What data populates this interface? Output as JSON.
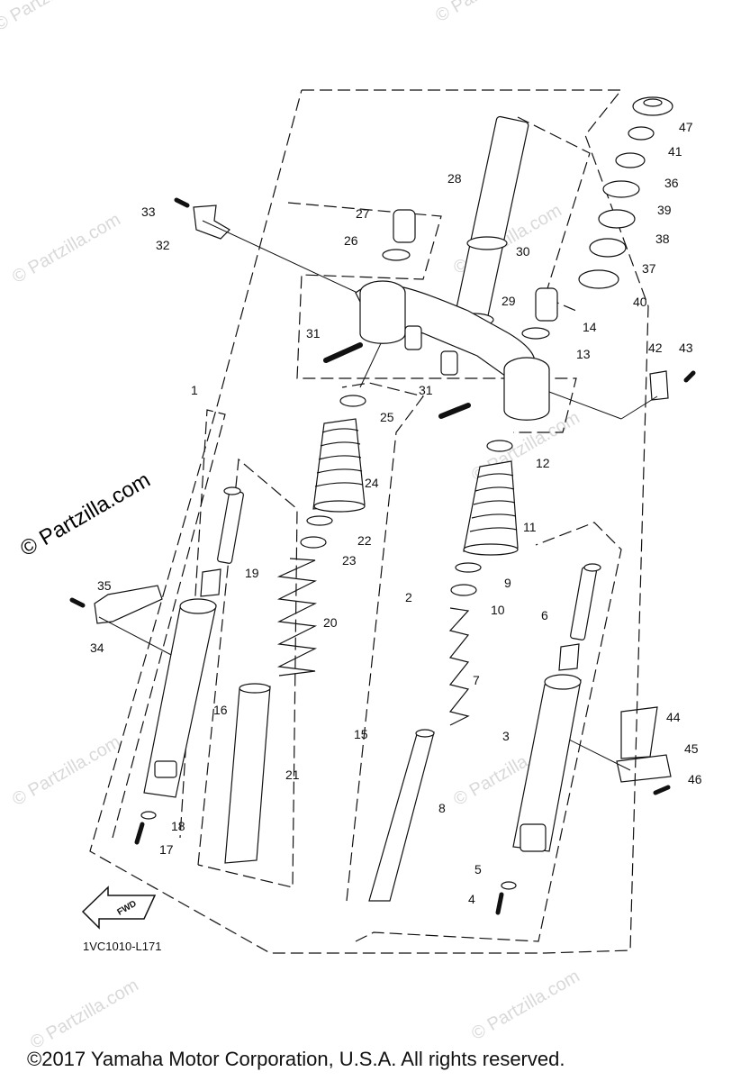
{
  "watermarks": {
    "faint": "© Partzilla.com",
    "main": "© Partzilla.com"
  },
  "diagram": {
    "code": "1VC1010-L171",
    "fwd_label": "FWD",
    "callouts": [
      {
        "n": "1"
      },
      {
        "n": "2"
      },
      {
        "n": "3"
      },
      {
        "n": "4"
      },
      {
        "n": "5"
      },
      {
        "n": "6"
      },
      {
        "n": "7"
      },
      {
        "n": "8"
      },
      {
        "n": "9"
      },
      {
        "n": "10"
      },
      {
        "n": "11"
      },
      {
        "n": "12"
      },
      {
        "n": "13"
      },
      {
        "n": "14"
      },
      {
        "n": "15"
      },
      {
        "n": "16"
      },
      {
        "n": "17"
      },
      {
        "n": "18"
      },
      {
        "n": "19"
      },
      {
        "n": "20"
      },
      {
        "n": "21"
      },
      {
        "n": "22"
      },
      {
        "n": "23"
      },
      {
        "n": "24"
      },
      {
        "n": "25"
      },
      {
        "n": "26"
      },
      {
        "n": "27"
      },
      {
        "n": "28"
      },
      {
        "n": "29"
      },
      {
        "n": "30"
      },
      {
        "n": "31"
      },
      {
        "n": "31"
      },
      {
        "n": "32"
      },
      {
        "n": "33"
      },
      {
        "n": "34"
      },
      {
        "n": "35"
      },
      {
        "n": "36"
      },
      {
        "n": "37"
      },
      {
        "n": "38"
      },
      {
        "n": "39"
      },
      {
        "n": "40"
      },
      {
        "n": "41"
      },
      {
        "n": "42"
      },
      {
        "n": "43"
      },
      {
        "n": "44"
      },
      {
        "n": "45"
      },
      {
        "n": "46"
      },
      {
        "n": "47"
      }
    ]
  },
  "footer": {
    "copyright": "©2017 Yamaha Motor Corporation, U.S.A. All rights reserved."
  }
}
